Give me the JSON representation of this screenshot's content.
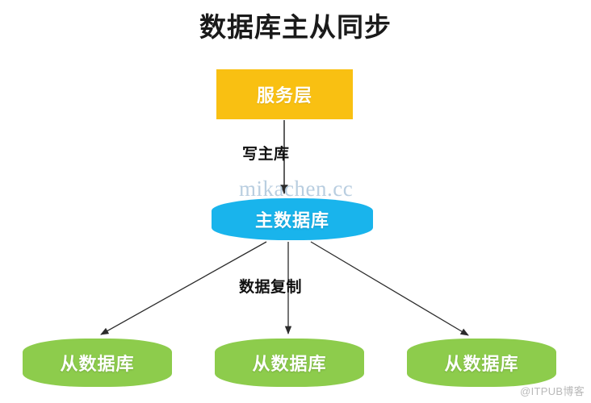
{
  "diagram": {
    "title": "数据库主从同步",
    "nodes": {
      "service_layer": {
        "label": "服务层",
        "color": "#f9c012",
        "shape": "rectangle"
      },
      "master_db": {
        "label": "主数据库",
        "color": "#19b4ec",
        "shape": "cylinder"
      },
      "slave_dbs": [
        {
          "label": "从数据库",
          "color": "#8dcc4c",
          "shape": "cylinder"
        },
        {
          "label": "从数据库",
          "color": "#8dcc4c",
          "shape": "cylinder"
        },
        {
          "label": "从数据库",
          "color": "#8dcc4c",
          "shape": "cylinder"
        }
      ]
    },
    "edge_labels": {
      "write_master": "写主库",
      "replicate": "数据复制"
    },
    "watermarks": {
      "center": "mikachen.cc",
      "corner": "@ITPUB博客"
    },
    "colors": {
      "title": "#1a1a1a",
      "service": "#f9c012",
      "master": "#19b4ec",
      "slave": "#8dcc4c",
      "arrow": "#333333",
      "watermark_center": "#b9cee0",
      "watermark_corner": "#b9b9b9"
    }
  }
}
